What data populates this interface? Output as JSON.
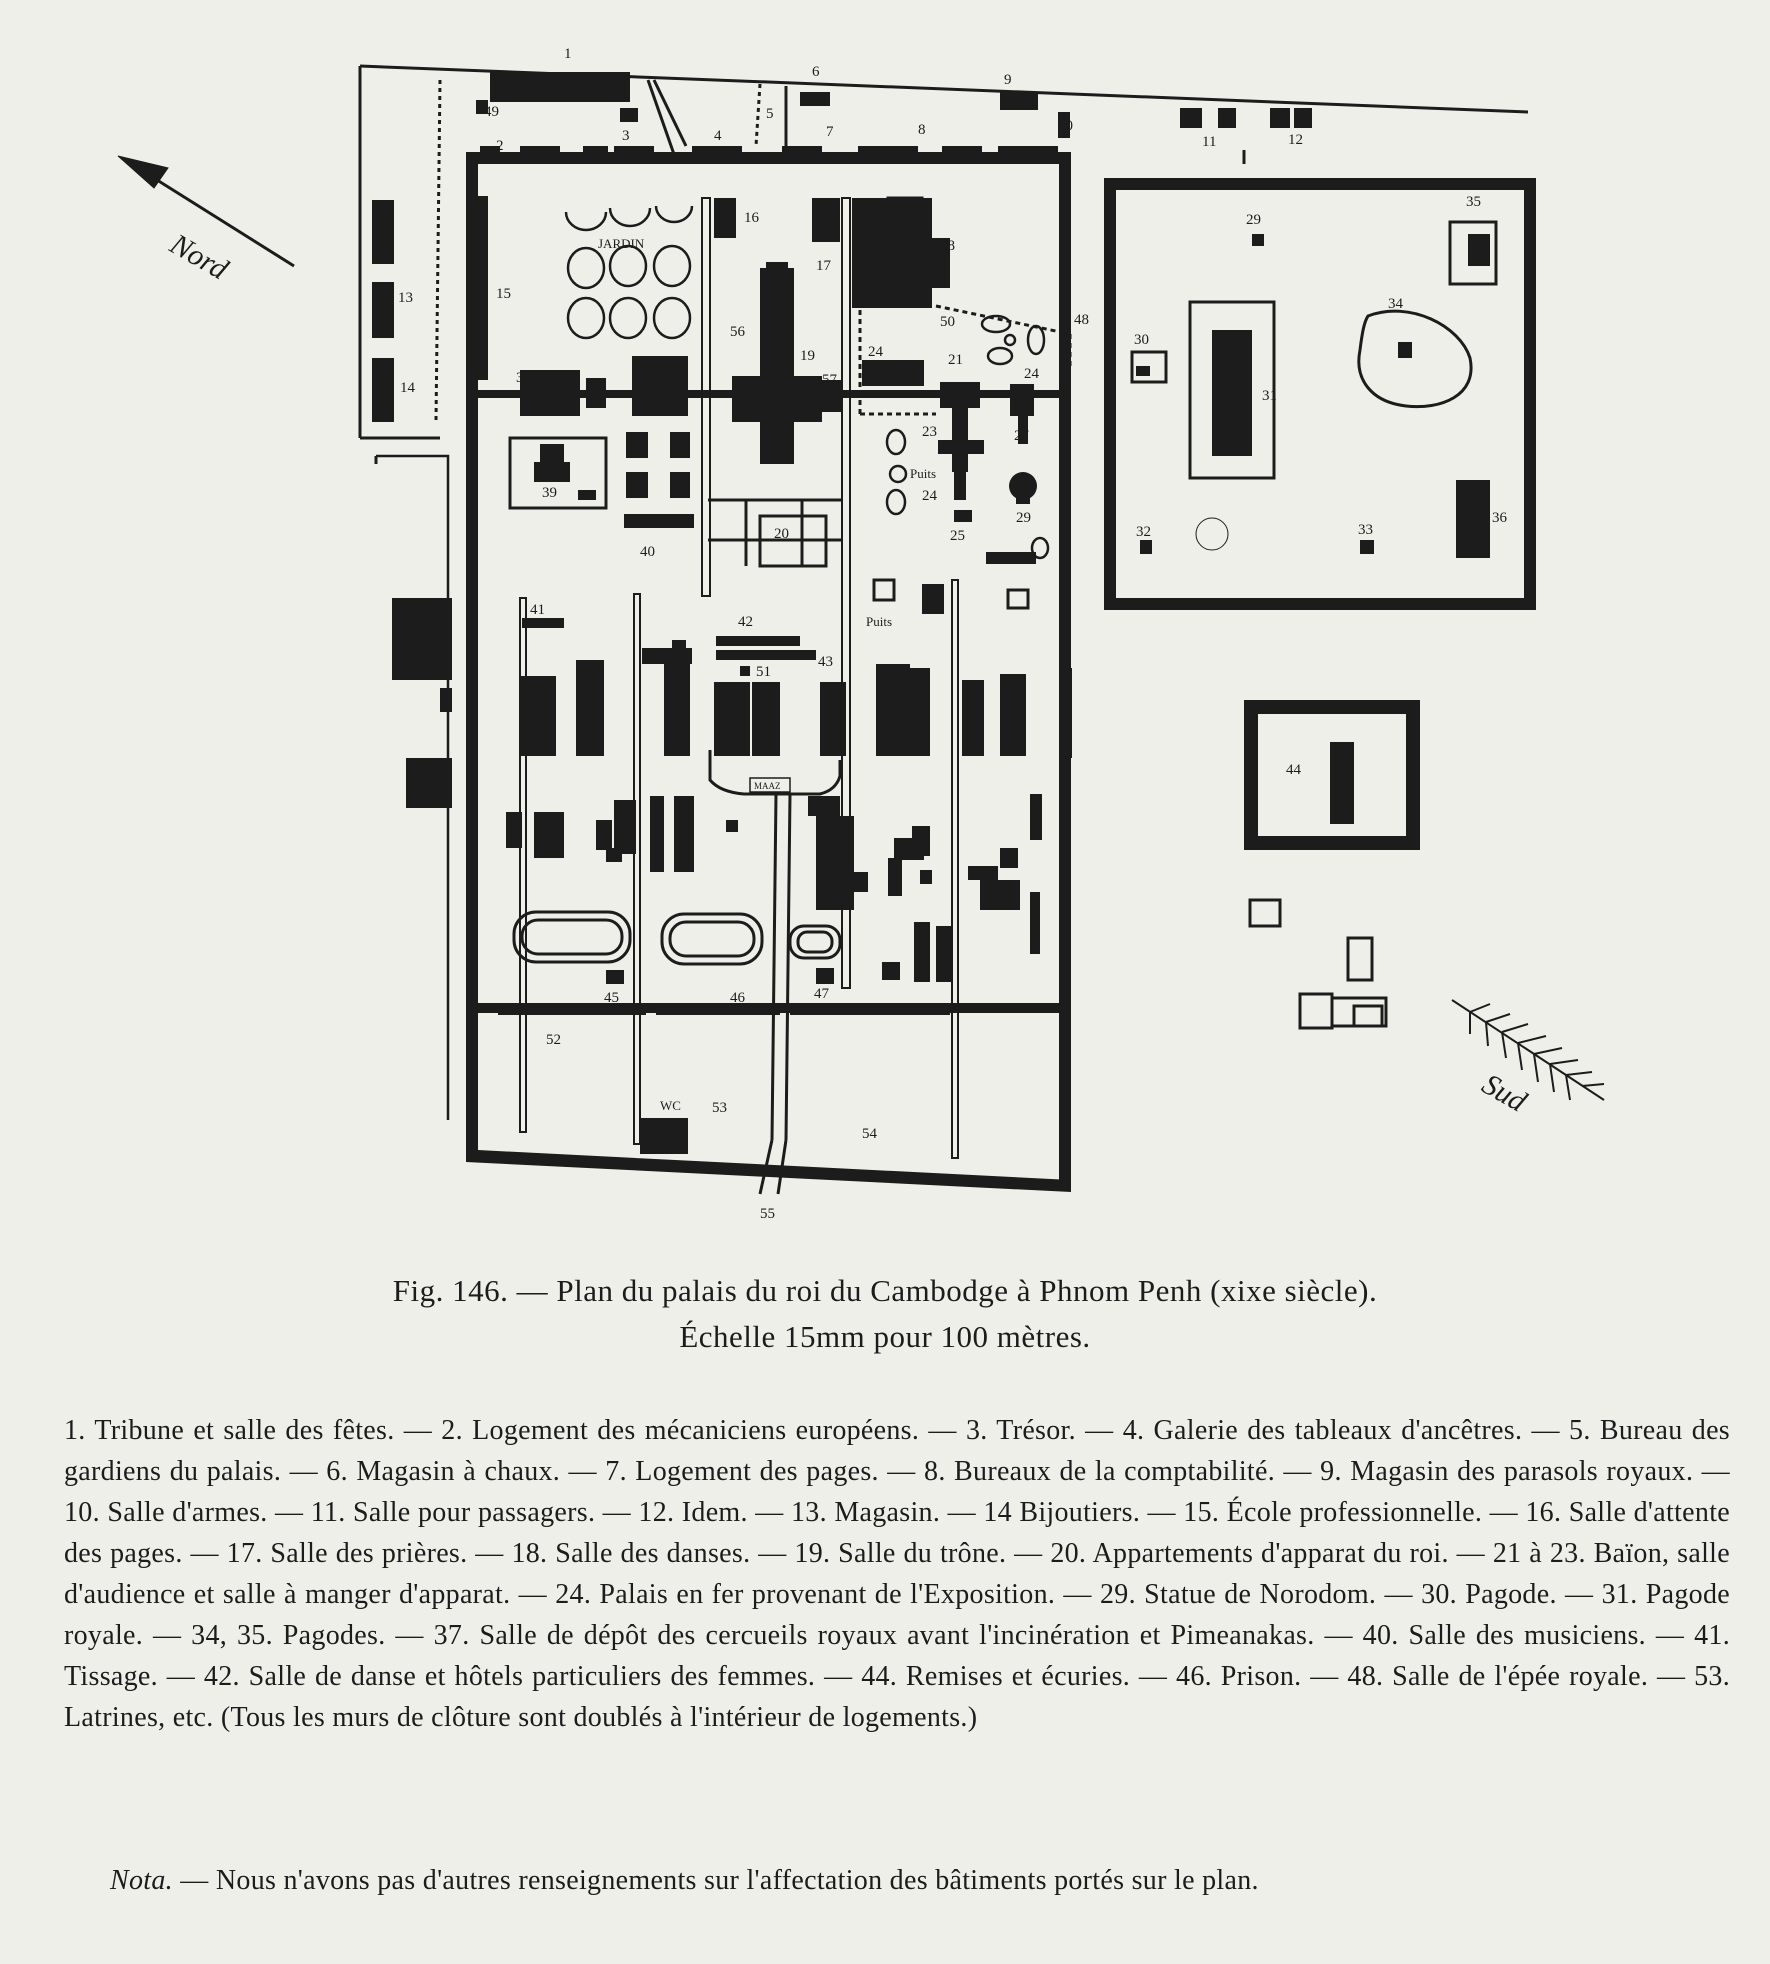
{
  "figure": {
    "caption_line1": "Fig. 146. — Plan du palais du roi du Cambodge à Phnom Penh (xixe siècle).",
    "caption_line2": "Échelle 15mm pour 100 mètres.",
    "labels": {
      "jardin": "JARDIN",
      "puits": "Puits",
      "puits2": "Puits",
      "wc": "WC",
      "nord": "Nord",
      "sud": "Sud",
      "gate": "MAAZ"
    },
    "numbers": [
      "1",
      "2",
      "3",
      "4",
      "5",
      "6",
      "7",
      "8",
      "9",
      "10",
      "11",
      "12",
      "13",
      "14",
      "15",
      "16",
      "17",
      "18",
      "19",
      "20",
      "21",
      "23",
      "24",
      "24",
      "24",
      "25",
      "27",
      "29",
      "29",
      "30",
      "31",
      "32",
      "33",
      "34",
      "35",
      "36",
      "37",
      "39",
      "40",
      "41",
      "42",
      "43",
      "44",
      "45",
      "46",
      "47",
      "48",
      "49",
      "50",
      "51",
      "52",
      "53",
      "54",
      "55",
      "56",
      "57"
    ]
  },
  "legend": {
    "text": "1. Tribune et salle des fêtes. — 2. Logement des mécaniciens européens. — 3. Trésor. — 4. Galerie des tableaux d'ancêtres. — 5. Bureau des gardiens du palais. — 6. Magasin à chaux. — 7. Logement des pages. — 8. Bureaux de la comptabilité. — 9. Magasin des parasols royaux. — 10. Salle d'armes. — 11. Salle pour passagers. — 12. Idem. — 13. Magasin. — 14 Bijoutiers. — 15. École professionnelle. — 16. Salle d'attente des pages. — 17. Salle des prières. — 18. Salle des danses. — 19. Salle du trône. — 20. Appartements d'apparat du roi. — 21 à 23. Baïon, salle d'audience et salle à manger d'apparat. — 24. Palais en fer provenant de l'Exposition. — 29. Statue de Norodom. — 30. Pagode. — 31. Pagode royale. — 34, 35. Pagodes. — 37. Salle de dépôt des cercueils royaux avant l'incinération et Pimeanakas. — 40. Salle des musiciens. — 41. Tissage. — 42. Salle de danse et hôtels particuliers des femmes. — 44. Remises et écuries. — 46. Prison. — 48. Salle de l'épée royale. — 53. Latrines, etc. (Tous les murs de clôture sont doublés à l'intérieur de logements.)",
    "nota_label": "Nota.",
    "nota_text": " — Nous n'avons pas d'autres renseignements sur l'affectation des bâtiments portés sur le plan."
  },
  "colors": {
    "ink": "#1c1c1c",
    "paper": "#efefea"
  }
}
